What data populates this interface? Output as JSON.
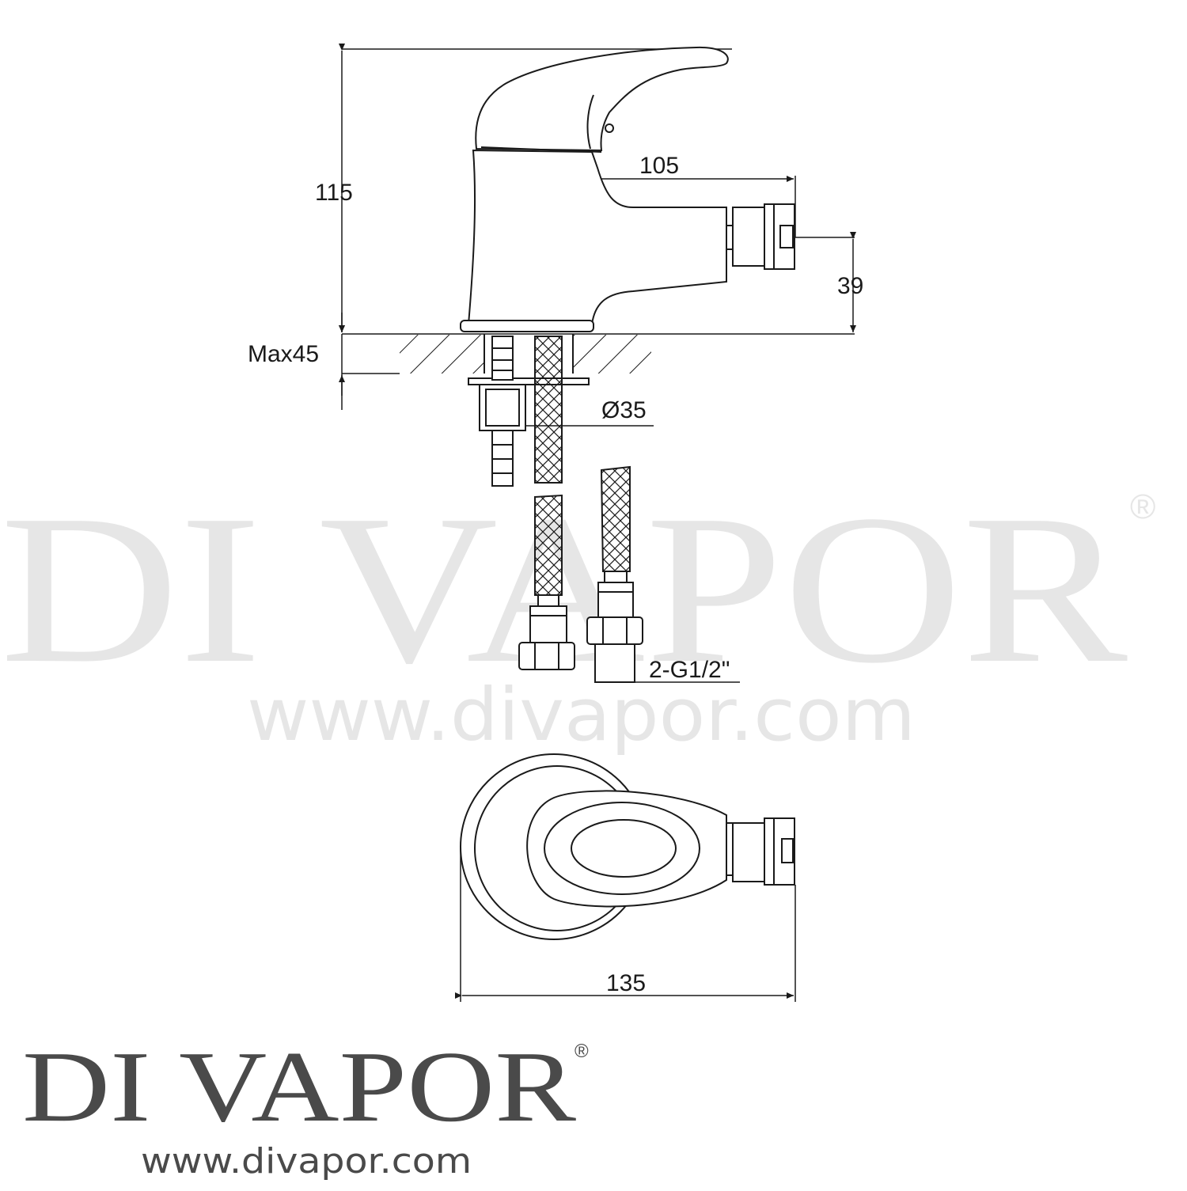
{
  "dimensions": {
    "height_overall": "115",
    "spout_reach": "105",
    "outlet_height": "39",
    "max_deck_thickness": "Max45",
    "hole_diameter": "Ø35",
    "connection": "2-G1/2\"",
    "overall_length": "135"
  },
  "watermark": {
    "brand": "DI VAPOR",
    "registered": "®",
    "url": "www.divapor.com"
  },
  "logo": {
    "brand": "DI VAPOR",
    "registered": "®",
    "url": "www.divapor.com"
  },
  "colors": {
    "line": "#1a1a1a",
    "watermark": "#e6e6e6",
    "logo": "#4a4a4a"
  }
}
